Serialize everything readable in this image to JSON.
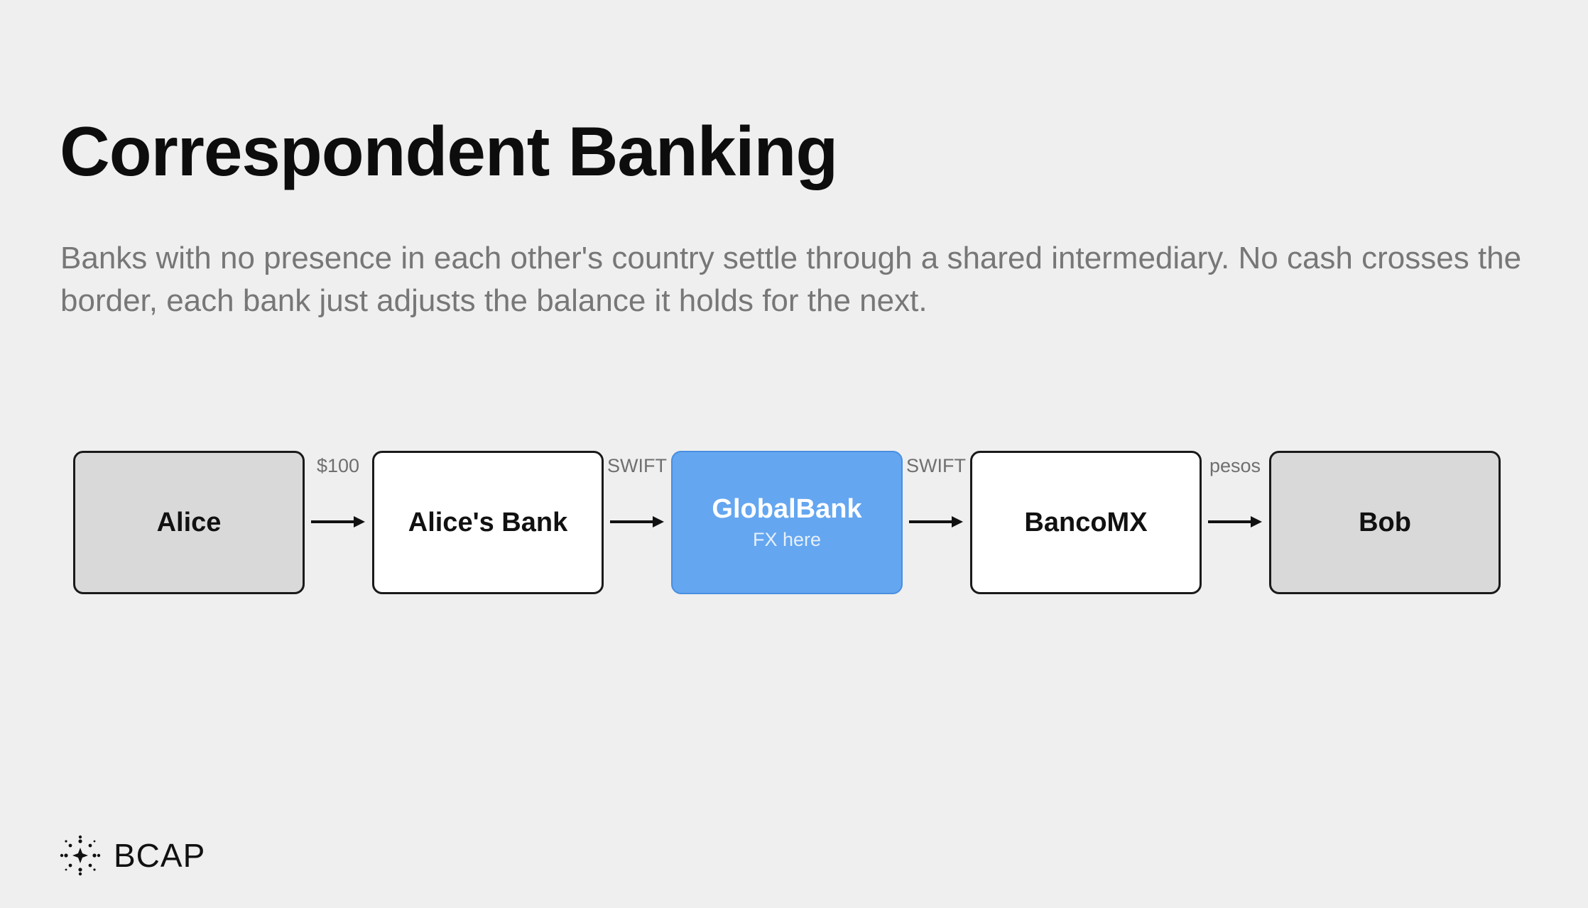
{
  "slide": {
    "title": "Correspondent Banking",
    "subtitle": "Banks with no presence in each other's country settle through a shared intermediary. No cash crosses the border, each bank just adjusts the balance it holds for the next."
  },
  "flow": {
    "nodes": [
      {
        "label": "Alice",
        "kind": "person"
      },
      {
        "label": "Alice's Bank",
        "kind": "bank"
      },
      {
        "label": "GlobalBank",
        "sublabel": "FX here",
        "kind": "highlight"
      },
      {
        "label": "BancoMX",
        "kind": "bank"
      },
      {
        "label": "Bob",
        "kind": "person"
      }
    ],
    "edges": [
      {
        "from": "Alice",
        "to": "Alice's Bank",
        "label": "$100"
      },
      {
        "from": "Alice's Bank",
        "to": "GlobalBank",
        "label": "SWIFT"
      },
      {
        "from": "GlobalBank",
        "to": "BancoMX",
        "label": "SWIFT"
      },
      {
        "from": "BancoMX",
        "to": "Bob",
        "label": "pesos"
      }
    ]
  },
  "colors": {
    "background": "#efefef",
    "highlight": "#64a6f0",
    "person_fill": "#d9d9d9",
    "bank_fill": "#ffffff"
  },
  "brand": {
    "name": "BCAP",
    "icon": "sparkle-logo-icon"
  }
}
